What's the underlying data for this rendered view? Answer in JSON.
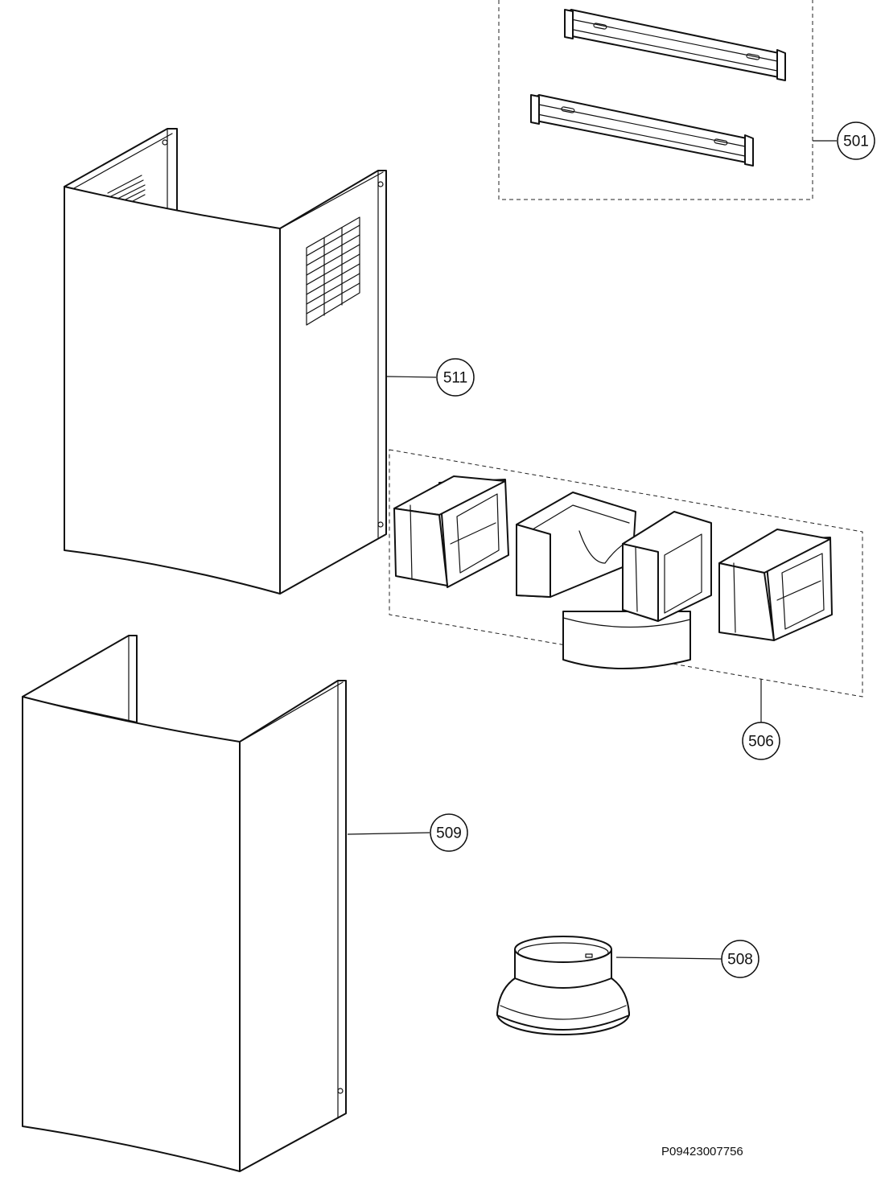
{
  "callouts": {
    "c501": "501",
    "c511": "511",
    "c506": "506",
    "c509": "509",
    "c508": "508"
  },
  "reference_code": "P09423007756",
  "colors": {
    "line": "#111111",
    "background": "#ffffff"
  }
}
